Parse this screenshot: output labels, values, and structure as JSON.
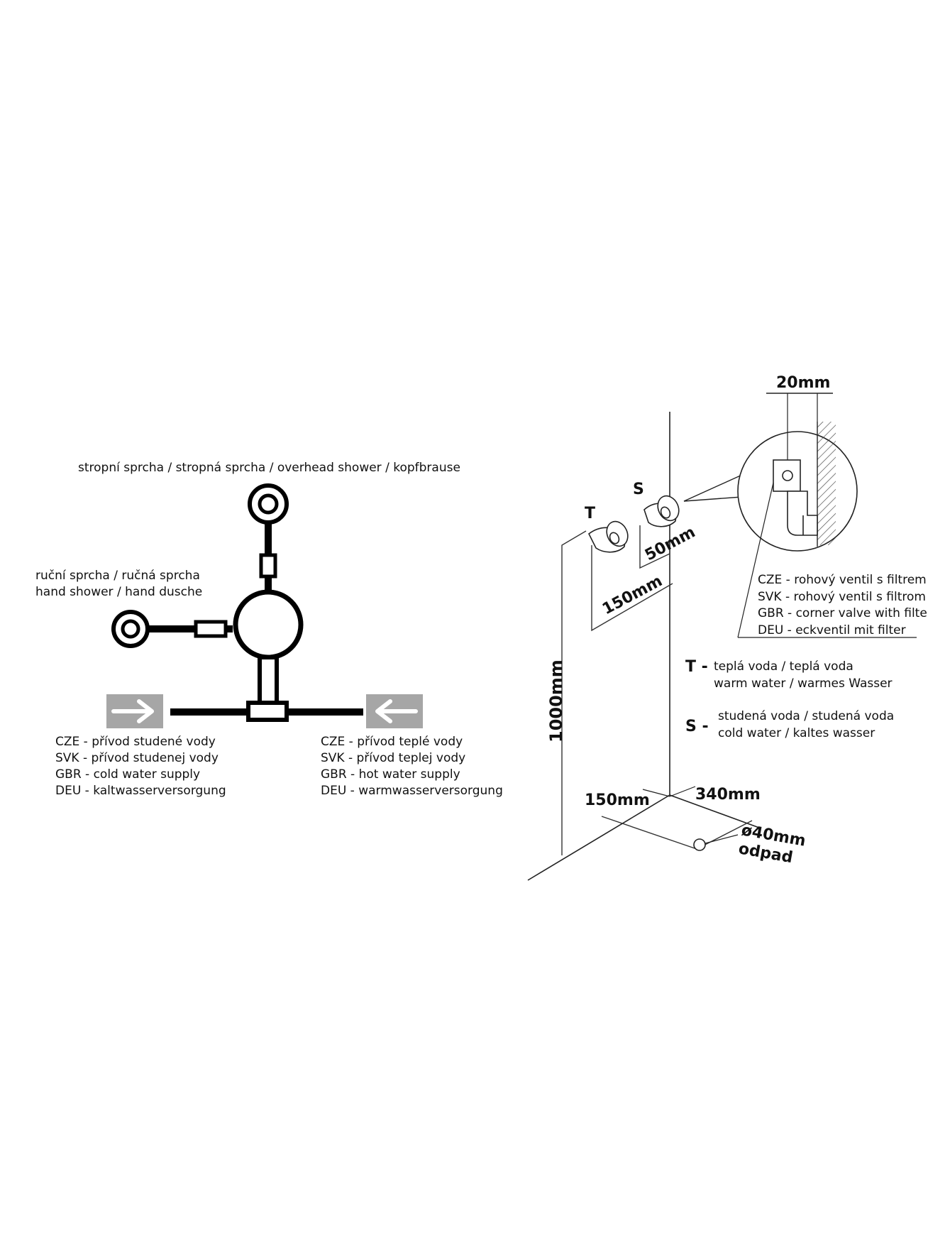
{
  "left_diagram": {
    "overhead_label": "stropní sprcha / stropná sprcha / overhead shower / kopfbrause",
    "hand_label_1": "ruční sprcha / ručná sprcha",
    "hand_label_2": "hand shower / hand dusche",
    "cold_supply": [
      "CZE - přívod studené vody",
      "SVK - přívod studenej vody",
      "GBR - cold water supply",
      "DEU - kaltwasserversorgung"
    ],
    "hot_supply": [
      "CZE - přívod teplé vody",
      "SVK - přívod teplej vody",
      "GBR - hot water supply",
      "DEU - warmwasserversorgung"
    ],
    "arrow_box_color": "#a6a6a6"
  },
  "right_diagram": {
    "dim_20": "20mm",
    "letter_t": "T",
    "letter_s": "S",
    "dim_50": "50mm",
    "dim_150_top": "150mm",
    "dim_1000": "1000mm",
    "dim_150_bottom": "150mm",
    "dim_340": "340mm",
    "dim_40": "ø40mm",
    "odpad": "odpad",
    "valve_label": [
      "CZE - rohový ventil s filtrem",
      "SVK - rohový ventil s filtrom",
      "GBR - corner valve with filter",
      "DEU - eckventil mit filter"
    ],
    "legend_t_key": "T -",
    "legend_t_1": "teplá voda / teplá voda",
    "legend_t_2": "warm water / warmes Wasser",
    "legend_s_key": "S -",
    "legend_s_1": "studená voda / studená voda",
    "legend_s_2": "cold water / kaltes wasser"
  }
}
